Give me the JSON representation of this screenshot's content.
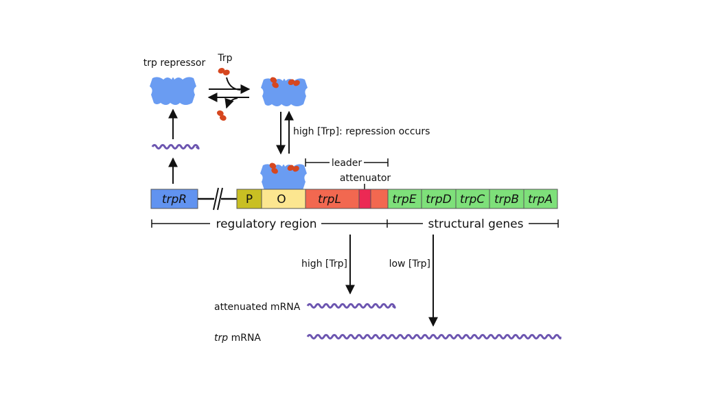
{
  "repressor": {
    "label": "trp repressor",
    "ligand_label": "Trp",
    "regulation_label": "high [Trp]: repression occurs"
  },
  "operon": {
    "regulator_gene": "trpR",
    "promoter": "P",
    "operator": "O",
    "leader_gene": "trpL",
    "leader_label": "leader",
    "attenuator_label": "attenuator",
    "structural_genes": [
      "trpE",
      "trpD",
      "trpC",
      "trpB",
      "trpA"
    ]
  },
  "regions": {
    "regulatory": "regulatory region",
    "structural": "structural genes"
  },
  "outcomes": {
    "high": "high [Trp]",
    "low": "low [Trp]",
    "attenuated": "attenuated mRNA",
    "full_italic": "trp",
    "full_rest": " mRNA"
  },
  "colors": {
    "repressor": "#6a9cf2",
    "ligand": "#d6471f",
    "mrna": "#6c55b0",
    "trpR": "#6193f0",
    "promoter": "#c9bf23",
    "operator": "#fce690",
    "leader": "#f26850",
    "attenuator": "#ec2954",
    "structural": "#7ee07a"
  }
}
